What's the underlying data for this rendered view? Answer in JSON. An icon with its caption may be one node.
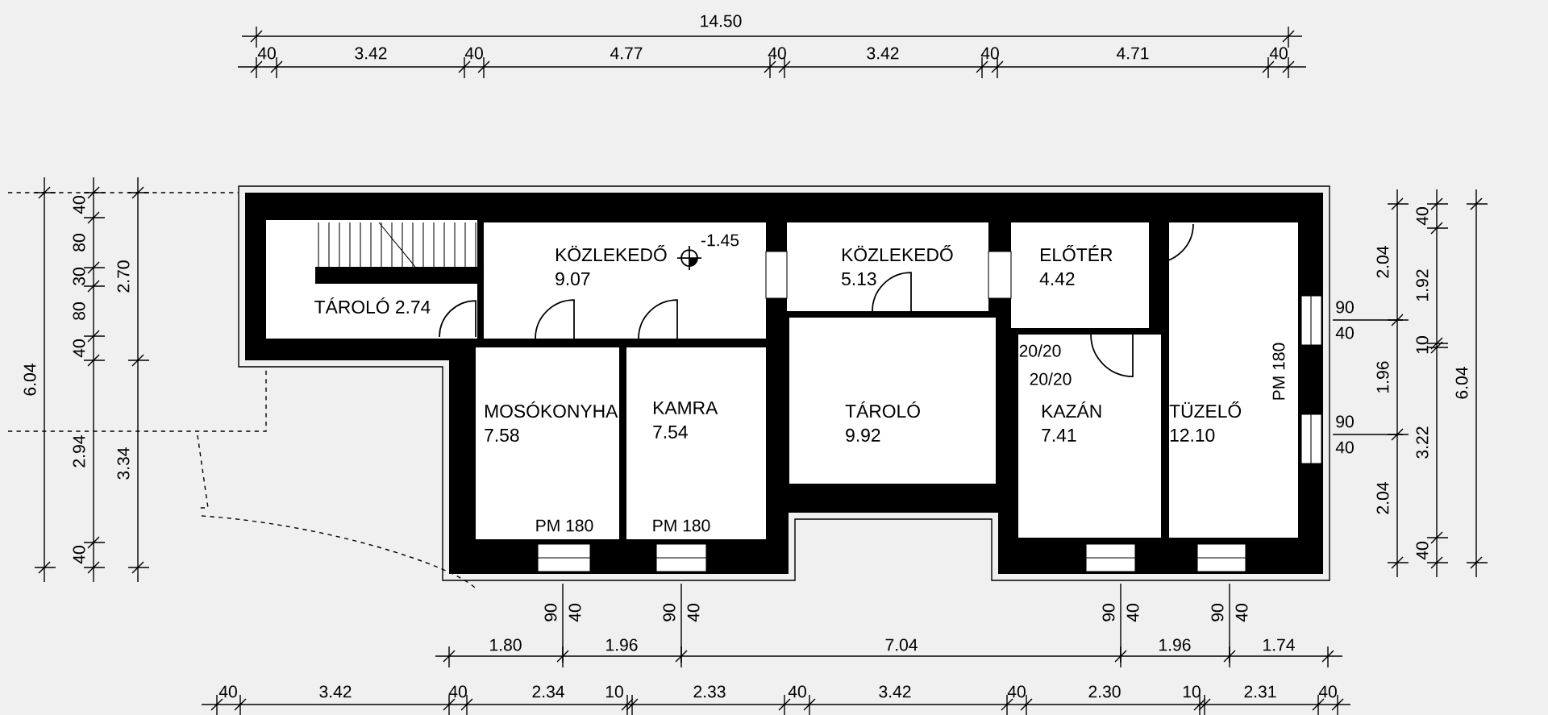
{
  "diagram": {
    "nodes": [
      {
        "text": [
          "TÁROLÓ 2.74"
        ]
      },
      {
        "text": [
          "KÖZLEKEDŐ",
          "9.07"
        ]
      },
      {
        "text": [
          "KÖZLEKEDŐ",
          "5.13"
        ]
      },
      {
        "text": [
          "ELŐTÉR",
          "4.42"
        ]
      },
      {
        "text": [
          "MOSÓKONYHA",
          "7.58"
        ]
      },
      {
        "text": [
          "KAMRA",
          "7.54"
        ]
      },
      {
        "text": [
          "TÁROLÓ",
          "9.92"
        ]
      },
      {
        "text": [
          "KAZÁN",
          "7.41"
        ]
      },
      {
        "text": [
          "TÜZELŐ",
          "12.10"
        ]
      }
    ],
    "labels": [
      "14.50",
      "40",
      "3.42",
      "40",
      "4.77",
      "40",
      "3.42",
      "40",
      "4.71",
      "40",
      "-1.45",
      "PM 180",
      "90",
      "40",
      "90",
      "40",
      "20/20",
      "20/20",
      "PM 180",
      "PM 180",
      "90",
      "40",
      "90",
      "40",
      "90",
      "40",
      "90",
      "40",
      "1.80",
      "1.96",
      "7.04",
      "1.96",
      "1.74",
      "40",
      "3.42",
      "40",
      "2.34",
      "10",
      "2.33",
      "40",
      "3.42",
      "40",
      "2.30",
      "10",
      "2.31",
      "40",
      "6.04",
      "40",
      "80",
      "30",
      "80",
      "40",
      "2.70",
      "2.94",
      "40",
      "3.34",
      "2.04",
      "1.96",
      "2.04",
      "40",
      "1.92",
      "10",
      "3.22",
      "40",
      "6.04"
    ]
  }
}
